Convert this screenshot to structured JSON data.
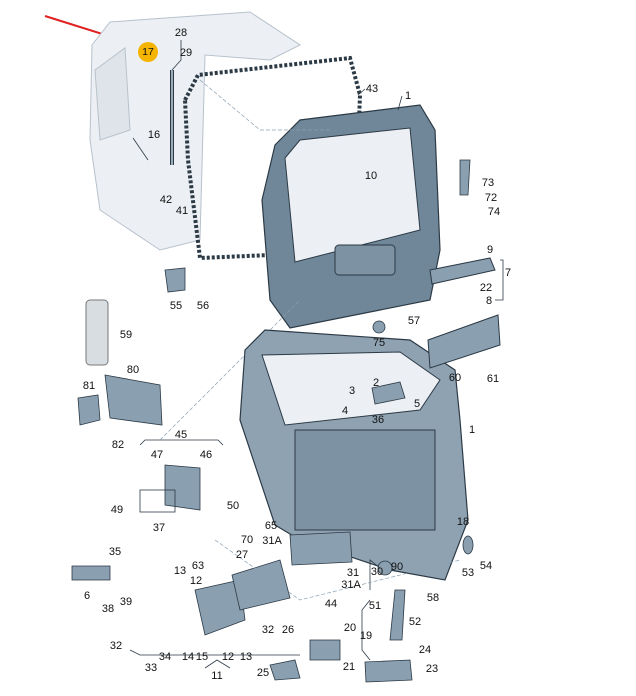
{
  "diagram": {
    "highlighted_part": "17",
    "colors": {
      "highlight": "#f5b400",
      "arrow": "#e02020",
      "part": "#8a9fb0",
      "outline": "#2c3a46",
      "body": "#eceff3"
    },
    "callouts": [
      "17",
      "28",
      "29",
      "43",
      "1",
      "16",
      "42",
      "41",
      "10",
      "73",
      "72",
      "74",
      "9",
      "7",
      "22",
      "8",
      "55",
      "56",
      "59",
      "57",
      "75",
      "60",
      "61",
      "81",
      "80",
      "82",
      "2",
      "3",
      "4",
      "36",
      "5",
      "1",
      "45",
      "47",
      "46",
      "50",
      "49",
      "37",
      "18",
      "65",
      "70",
      "31A",
      "27",
      "63",
      "12",
      "13",
      "35",
      "6",
      "39",
      "38",
      "32",
      "34",
      "33",
      "14",
      "15",
      "12",
      "13",
      "11",
      "32",
      "26",
      "25",
      "44",
      "20",
      "19",
      "21",
      "31",
      "30",
      "31A",
      "90",
      "51",
      "58",
      "52",
      "24",
      "23",
      "53",
      "54"
    ]
  }
}
